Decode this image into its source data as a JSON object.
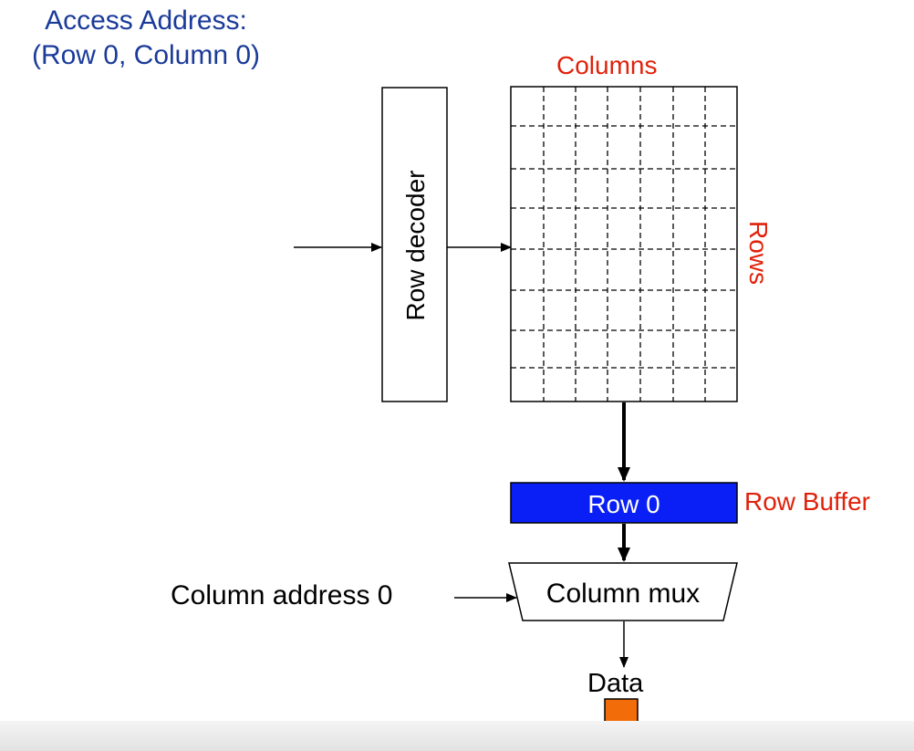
{
  "access": {
    "line1": "Access Address:",
    "line2": "(Row 0, Column 0)"
  },
  "labels": {
    "columns": "Columns",
    "rows": "Rows",
    "row_decoder": "Row decoder",
    "row_buffer_content": "Row 0",
    "row_buffer": "Row Buffer",
    "column_address": "Column address 0",
    "column_mux": "Column mux",
    "data": "Data"
  },
  "colors": {
    "title_blue": "#1b3b9a",
    "label_red": "#e0210b",
    "row_buffer_fill": "#0a1ff5",
    "data_block": "#f26d0a"
  }
}
